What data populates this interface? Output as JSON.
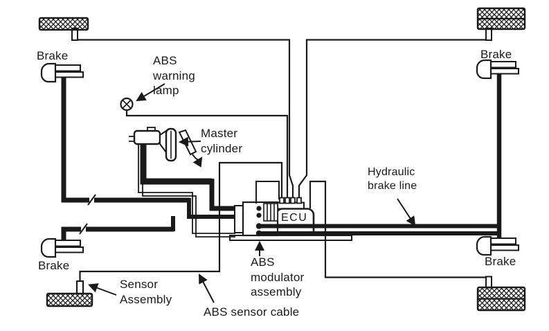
{
  "diagram": {
    "type": "ABS brake system schematic",
    "background_color": "#ffffff",
    "line_color": "#1a1a1a",
    "labels": {
      "brake_front_left": "Brake",
      "brake_front_right": "Brake",
      "brake_rear_left": "Brake",
      "brake_rear_right": "Brake",
      "warning_lamp": "ABS\nwarning\nlamp",
      "master_cylinder": "Master\ncylinder",
      "hydraulic_brake_line": "Hydraulic\nbrake line",
      "ecu": "ECU",
      "modulator": "ABS\nmodulator\nassembly",
      "sensor_assembly": "Sensor\nAssembly",
      "sensor_cable": "ABS sensor cable"
    },
    "icons": {
      "wheel": "crosshatched tire block",
      "brake_caliper": "caliper with mounting bars",
      "warning_lamp": "circled-X lamp symbol",
      "master_cylinder": "reservoir, booster disc and brake pedal",
      "ecu": "rounded box with 4-pin connector",
      "modulator": "valve block with ports on base plate",
      "sensor": "wheel speed sensor pin",
      "line_break": "slash break mark on hydraulic line"
    }
  }
}
